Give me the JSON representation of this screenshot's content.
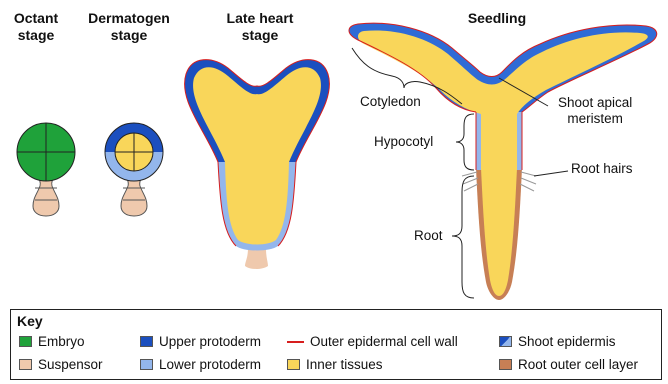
{
  "stages": {
    "octant": [
      "Octant",
      "stage"
    ],
    "dermatogen": [
      "Dermatogen",
      "stage"
    ],
    "late_heart": [
      "Late heart",
      "stage"
    ],
    "seedling": [
      "Seedling"
    ]
  },
  "labels": {
    "cotyledon": "Cotyledon",
    "shoot_apical_meristem": [
      "Shoot apical",
      "meristem"
    ],
    "hypocotyl": "Hypocotyl",
    "root_hairs": "Root hairs",
    "root": "Root"
  },
  "key": {
    "title": "Key",
    "items": [
      {
        "label": "Embryo",
        "color": "#1fa23a"
      },
      {
        "label": "Suspensor",
        "color": "#efc9ad"
      },
      {
        "label": "Upper protoderm",
        "color": "#1b4fbf"
      },
      {
        "label": "Lower protoderm",
        "color": "#93b6ec"
      },
      {
        "label": "Outer epidermal cell wall",
        "color": "#d71e1e"
      },
      {
        "label": "Inner tissues",
        "color": "#f9d65a"
      },
      {
        "label": "Shoot epidermis",
        "color": "#2f6bd6"
      },
      {
        "label": "Root outer cell layer",
        "color": "#c77f55"
      }
    ]
  }
}
